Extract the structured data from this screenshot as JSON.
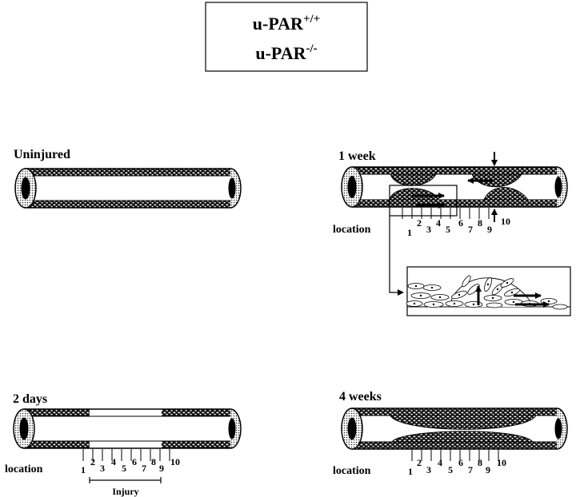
{
  "legend": {
    "line1_base": "u-PAR",
    "line1_sup": "+/+",
    "line2_base": "u-PAR",
    "line2_sup": "-/-"
  },
  "panels": {
    "uninjured": {
      "title": "Uninjured"
    },
    "one_week": {
      "title": "1 week",
      "location_label": "location",
      "numbers": [
        "1",
        "2",
        "3",
        "4",
        "5",
        "6",
        "7",
        "8",
        "9",
        "10"
      ]
    },
    "two_days": {
      "title": "2 days",
      "location_label": "location",
      "numbers": [
        "1",
        "2",
        "3",
        "4",
        "5",
        "6",
        "7",
        "8",
        "9",
        "10"
      ],
      "injury_label": "Injury"
    },
    "four_weeks": {
      "title": "4  weeks",
      "location_label": "location",
      "numbers": [
        "1",
        "2",
        "3",
        "4",
        "5",
        "6",
        "7",
        "8",
        "9",
        "10"
      ]
    }
  }
}
